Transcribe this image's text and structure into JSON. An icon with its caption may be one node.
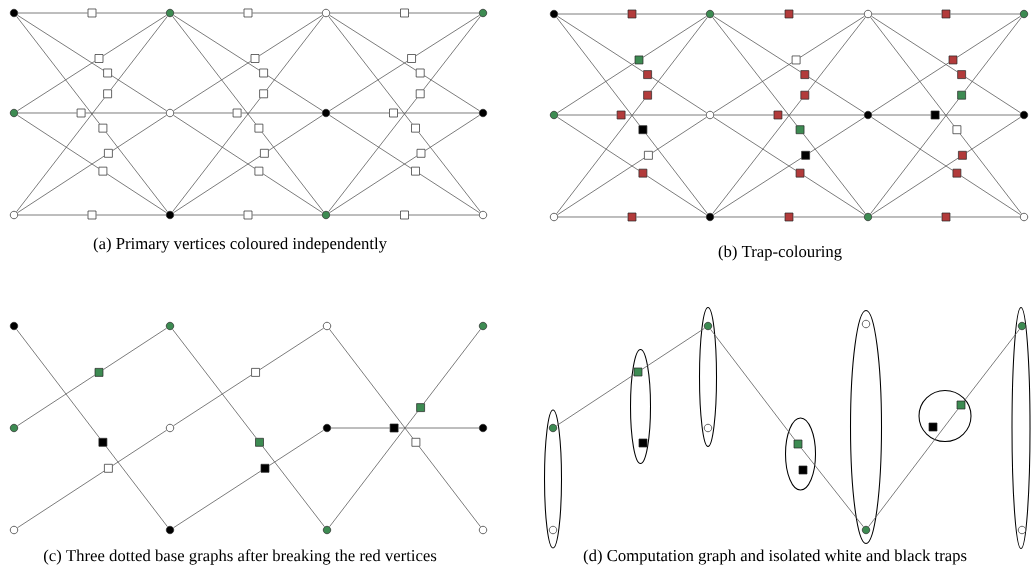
{
  "diagram": {
    "nodes": [
      {
        "text": [],
        "shape": "circle"
      },
      {
        "text": [],
        "shape": "circle"
      },
      {
        "text": [],
        "shape": "circle"
      },
      {
        "text": [],
        "shape": "circle"
      },
      {
        "text": [],
        "shape": "circle"
      },
      {
        "text": [],
        "shape": "circle"
      },
      {
        "text": [],
        "shape": "circle"
      },
      {
        "text": [],
        "shape": "circle"
      },
      {
        "text": [],
        "shape": "circle"
      },
      {
        "text": [],
        "shape": "circle"
      },
      {
        "text": [],
        "shape": "circle"
      },
      {
        "text": [],
        "shape": "circle"
      },
      {
        "text": [],
        "shape": "box"
      },
      {
        "text": [],
        "shape": "box"
      },
      {
        "text": [],
        "shape": "box"
      },
      {
        "text": [],
        "shape": "box"
      },
      {
        "text": [],
        "shape": "box"
      },
      {
        "text": [],
        "shape": "box"
      },
      {
        "text": [],
        "shape": "box"
      },
      {
        "text": [],
        "shape": "box"
      },
      {
        "text": [],
        "shape": "box"
      },
      {
        "text": [],
        "shape": "box"
      },
      {
        "text": [],
        "shape": "box"
      },
      {
        "text": [],
        "shape": "box"
      },
      {
        "text": [],
        "shape": "box"
      },
      {
        "text": [],
        "shape": "box"
      },
      {
        "text": [],
        "shape": "box"
      },
      {
        "text": [],
        "shape": "box"
      },
      {
        "text": [],
        "shape": "box"
      },
      {
        "text": [],
        "shape": "box"
      },
      {
        "text": [],
        "shape": "box"
      },
      {
        "text": [],
        "shape": "box"
      },
      {
        "text": [],
        "shape": "box"
      },
      {
        "text": [],
        "shape": "box"
      },
      {
        "text": [],
        "shape": "box"
      },
      {
        "text": [],
        "shape": "box"
      },
      {
        "text": [],
        "shape": "box"
      },
      {
        "text": [],
        "shape": "box"
      },
      {
        "text": [],
        "shape": "box"
      },
      {
        "text": [],
        "shape": "circle"
      },
      {
        "text": [],
        "shape": "circle"
      },
      {
        "text": [],
        "shape": "circle"
      },
      {
        "text": [],
        "shape": "circle"
      },
      {
        "text": [],
        "shape": "circle"
      },
      {
        "text": [],
        "shape": "circle"
      },
      {
        "text": [],
        "shape": "circle"
      },
      {
        "text": [],
        "shape": "circle"
      },
      {
        "text": [],
        "shape": "circle"
      },
      {
        "text": [],
        "shape": "circle"
      },
      {
        "text": [],
        "shape": "circle"
      },
      {
        "text": [],
        "shape": "circle"
      },
      {
        "text": [],
        "shape": "box"
      },
      {
        "text": [],
        "shape": "box"
      },
      {
        "text": [],
        "shape": "box"
      },
      {
        "text": [],
        "shape": "box"
      },
      {
        "text": [],
        "shape": "box"
      },
      {
        "text": [],
        "shape": "box"
      },
      {
        "text": [],
        "shape": "box"
      },
      {
        "text": [],
        "shape": "box"
      },
      {
        "text": [],
        "shape": "box"
      },
      {
        "text": [],
        "shape": "box"
      },
      {
        "text": [],
        "shape": "box"
      },
      {
        "text": [],
        "shape": "box"
      },
      {
        "text": [],
        "shape": "box"
      },
      {
        "text": [],
        "shape": "box"
      },
      {
        "text": [],
        "shape": "box"
      },
      {
        "text": [],
        "shape": "box"
      },
      {
        "text": [],
        "shape": "box"
      },
      {
        "text": [],
        "shape": "box"
      },
      {
        "text": [],
        "shape": "box"
      },
      {
        "text": [],
        "shape": "box"
      },
      {
        "text": [],
        "shape": "box"
      },
      {
        "text": [],
        "shape": "box"
      },
      {
        "text": [],
        "shape": "box"
      },
      {
        "text": [],
        "shape": "box"
      },
      {
        "text": [],
        "shape": "box"
      },
      {
        "text": [],
        "shape": "box"
      },
      {
        "text": [],
        "shape": "box"
      },
      {
        "text": [],
        "shape": "circle"
      },
      {
        "text": [],
        "shape": "circle"
      },
      {
        "text": [],
        "shape": "circle"
      },
      {
        "text": [],
        "shape": "circle"
      },
      {
        "text": [],
        "shape": "circle"
      },
      {
        "text": [],
        "shape": "circle"
      },
      {
        "text": [],
        "shape": "circle"
      },
      {
        "text": [],
        "shape": "circle"
      },
      {
        "text": [],
        "shape": "circle"
      },
      {
        "text": [],
        "shape": "circle"
      },
      {
        "text": [],
        "shape": "circle"
      },
      {
        "text": [],
        "shape": "circle"
      },
      {
        "text": [],
        "shape": "box"
      },
      {
        "text": [],
        "shape": "box"
      },
      {
        "text": [],
        "shape": "box"
      },
      {
        "text": [],
        "shape": "box"
      },
      {
        "text": [],
        "shape": "box"
      },
      {
        "text": [],
        "shape": "box"
      },
      {
        "text": [],
        "shape": "box"
      },
      {
        "text": [],
        "shape": "box"
      },
      {
        "text": [],
        "shape": "box"
      },
      {
        "text": [],
        "shape": "ellipse"
      },
      {
        "text": [],
        "shape": "circle",
        "in": 99
      },
      {
        "text": [],
        "shape": "circle",
        "in": 99
      },
      {
        "text": [],
        "shape": "ellipse"
      },
      {
        "text": [],
        "shape": "box",
        "in": 102
      },
      {
        "text": [],
        "shape": "box",
        "in": 102
      },
      {
        "text": [],
        "shape": "ellipse"
      },
      {
        "text": [],
        "shape": "circle",
        "in": 105
      },
      {
        "text": [],
        "shape": "circle",
        "in": 105
      },
      {
        "text": [],
        "shape": "ellipse"
      },
      {
        "text": [],
        "shape": "box",
        "in": 108
      },
      {
        "text": [],
        "shape": "box",
        "in": 108
      },
      {
        "text": [],
        "shape": "ellipse"
      },
      {
        "text": [],
        "shape": "circle",
        "in": 111
      },
      {
        "text": [],
        "shape": "circle",
        "in": 111
      },
      {
        "text": [],
        "shape": "ellipse"
      },
      {
        "text": [],
        "shape": "box",
        "in": 114
      },
      {
        "text": [],
        "shape": "box",
        "in": 114
      },
      {
        "text": [],
        "shape": "ellipse"
      },
      {
        "text": [],
        "shape": "circle",
        "in": 117
      },
      {
        "text": [],
        "shape": "circle",
        "in": 117
      }
    ],
    "edges": [
      {
        "from": 0,
        "to": 12,
        "arrow": "none"
      },
      {
        "from": 12,
        "to": 1,
        "arrow": "none"
      },
      {
        "from": 4,
        "to": 13,
        "arrow": "none"
      },
      {
        "from": 13,
        "to": 5,
        "arrow": "none"
      },
      {
        "from": 8,
        "to": 14,
        "arrow": "none"
      },
      {
        "from": 14,
        "to": 9,
        "arrow": "none"
      },
      {
        "from": 4,
        "to": 15,
        "arrow": "none"
      },
      {
        "from": 15,
        "to": 1,
        "arrow": "none"
      },
      {
        "from": 0,
        "to": 16,
        "arrow": "none"
      },
      {
        "from": 16,
        "to": 5,
        "arrow": "none"
      },
      {
        "from": 8,
        "to": 17,
        "arrow": "none"
      },
      {
        "from": 17,
        "to": 1,
        "arrow": "none"
      },
      {
        "from": 0,
        "to": 18,
        "arrow": "none"
      },
      {
        "from": 18,
        "to": 9,
        "arrow": "none"
      },
      {
        "from": 8,
        "to": 19,
        "arrow": "none"
      },
      {
        "from": 19,
        "to": 5,
        "arrow": "none"
      },
      {
        "from": 4,
        "to": 20,
        "arrow": "none"
      },
      {
        "from": 20,
        "to": 9,
        "arrow": "none"
      },
      {
        "from": 1,
        "to": 21,
        "arrow": "none"
      },
      {
        "from": 21,
        "to": 2,
        "arrow": "none"
      },
      {
        "from": 5,
        "to": 22,
        "arrow": "none"
      },
      {
        "from": 22,
        "to": 6,
        "arrow": "none"
      },
      {
        "from": 9,
        "to": 23,
        "arrow": "none"
      },
      {
        "from": 23,
        "to": 10,
        "arrow": "none"
      },
      {
        "from": 5,
        "to": 24,
        "arrow": "none"
      },
      {
        "from": 24,
        "to": 2,
        "arrow": "none"
      },
      {
        "from": 1,
        "to": 25,
        "arrow": "none"
      },
      {
        "from": 25,
        "to": 6,
        "arrow": "none"
      },
      {
        "from": 9,
        "to": 26,
        "arrow": "none"
      },
      {
        "from": 26,
        "to": 2,
        "arrow": "none"
      },
      {
        "from": 1,
        "to": 27,
        "arrow": "none"
      },
      {
        "from": 27,
        "to": 10,
        "arrow": "none"
      },
      {
        "from": 9,
        "to": 28,
        "arrow": "none"
      },
      {
        "from": 28,
        "to": 6,
        "arrow": "none"
      },
      {
        "from": 5,
        "to": 29,
        "arrow": "none"
      },
      {
        "from": 29,
        "to": 10,
        "arrow": "none"
      },
      {
        "from": 2,
        "to": 30,
        "arrow": "none"
      },
      {
        "from": 30,
        "to": 3,
        "arrow": "none"
      },
      {
        "from": 6,
        "to": 31,
        "arrow": "none"
      },
      {
        "from": 31,
        "to": 7,
        "arrow": "none"
      },
      {
        "from": 10,
        "to": 32,
        "arrow": "none"
      },
      {
        "from": 32,
        "to": 11,
        "arrow": "none"
      },
      {
        "from": 6,
        "to": 33,
        "arrow": "none"
      },
      {
        "from": 33,
        "to": 3,
        "arrow": "none"
      },
      {
        "from": 2,
        "to": 34,
        "arrow": "none"
      },
      {
        "from": 34,
        "to": 7,
        "arrow": "none"
      },
      {
        "from": 10,
        "to": 35,
        "arrow": "none"
      },
      {
        "from": 35,
        "to": 3,
        "arrow": "none"
      },
      {
        "from": 2,
        "to": 36,
        "arrow": "none"
      },
      {
        "from": 36,
        "to": 11,
        "arrow": "none"
      },
      {
        "from": 10,
        "to": 37,
        "arrow": "none"
      },
      {
        "from": 37,
        "to": 7,
        "arrow": "none"
      },
      {
        "from": 6,
        "to": 38,
        "arrow": "none"
      },
      {
        "from": 38,
        "to": 11,
        "arrow": "none"
      },
      {
        "from": 39,
        "to": 51,
        "arrow": "none"
      },
      {
        "from": 51,
        "to": 40,
        "arrow": "none"
      },
      {
        "from": 43,
        "to": 52,
        "arrow": "none"
      },
      {
        "from": 52,
        "to": 44,
        "arrow": "none"
      },
      {
        "from": 47,
        "to": 53,
        "arrow": "none"
      },
      {
        "from": 53,
        "to": 48,
        "arrow": "none"
      },
      {
        "from": 43,
        "to": 54,
        "arrow": "none"
      },
      {
        "from": 54,
        "to": 40,
        "arrow": "none"
      },
      {
        "from": 39,
        "to": 55,
        "arrow": "none"
      },
      {
        "from": 55,
        "to": 44,
        "arrow": "none"
      },
      {
        "from": 47,
        "to": 56,
        "arrow": "none"
      },
      {
        "from": 56,
        "to": 40,
        "arrow": "none"
      },
      {
        "from": 39,
        "to": 57,
        "arrow": "none"
      },
      {
        "from": 57,
        "to": 48,
        "arrow": "none"
      },
      {
        "from": 47,
        "to": 58,
        "arrow": "none"
      },
      {
        "from": 58,
        "to": 44,
        "arrow": "none"
      },
      {
        "from": 43,
        "to": 59,
        "arrow": "none"
      },
      {
        "from": 59,
        "to": 48,
        "arrow": "none"
      },
      {
        "from": 40,
        "to": 60,
        "arrow": "none"
      },
      {
        "from": 60,
        "to": 41,
        "arrow": "none"
      },
      {
        "from": 44,
        "to": 61,
        "arrow": "none"
      },
      {
        "from": 61,
        "to": 45,
        "arrow": "none"
      },
      {
        "from": 48,
        "to": 62,
        "arrow": "none"
      },
      {
        "from": 62,
        "to": 49,
        "arrow": "none"
      },
      {
        "from": 44,
        "to": 63,
        "arrow": "none"
      },
      {
        "from": 63,
        "to": 41,
        "arrow": "none"
      },
      {
        "from": 40,
        "to": 64,
        "arrow": "none"
      },
      {
        "from": 64,
        "to": 45,
        "arrow": "none"
      },
      {
        "from": 48,
        "to": 65,
        "arrow": "none"
      },
      {
        "from": 65,
        "to": 41,
        "arrow": "none"
      },
      {
        "from": 40,
        "to": 66,
        "arrow": "none"
      },
      {
        "from": 66,
        "to": 49,
        "arrow": "none"
      },
      {
        "from": 48,
        "to": 67,
        "arrow": "none"
      },
      {
        "from": 67,
        "to": 45,
        "arrow": "none"
      },
      {
        "from": 44,
        "to": 68,
        "arrow": "none"
      },
      {
        "from": 68,
        "to": 49,
        "arrow": "none"
      },
      {
        "from": 41,
        "to": 69,
        "arrow": "none"
      },
      {
        "from": 69,
        "to": 42,
        "arrow": "none"
      },
      {
        "from": 45,
        "to": 70,
        "arrow": "none"
      },
      {
        "from": 70,
        "to": 46,
        "arrow": "none"
      },
      {
        "from": 49,
        "to": 71,
        "arrow": "none"
      },
      {
        "from": 71,
        "to": 50,
        "arrow": "none"
      },
      {
        "from": 45,
        "to": 72,
        "arrow": "none"
      },
      {
        "from": 72,
        "to": 42,
        "arrow": "none"
      },
      {
        "from": 41,
        "to": 73,
        "arrow": "none"
      },
      {
        "from": 73,
        "to": 46,
        "arrow": "none"
      },
      {
        "from": 49,
        "to": 74,
        "arrow": "none"
      },
      {
        "from": 74,
        "to": 42,
        "arrow": "none"
      },
      {
        "from": 41,
        "to": 75,
        "arrow": "none"
      },
      {
        "from": 75,
        "to": 50,
        "arrow": "none"
      },
      {
        "from": 49,
        "to": 76,
        "arrow": "none"
      },
      {
        "from": 76,
        "to": 46,
        "arrow": "none"
      },
      {
        "from": 45,
        "to": 77,
        "arrow": "none"
      },
      {
        "from": 77,
        "to": 50,
        "arrow": "none"
      },
      {
        "from": 82,
        "to": 90,
        "arrow": "none"
      },
      {
        "from": 90,
        "to": 79,
        "arrow": "none"
      },
      {
        "from": 78,
        "to": 91,
        "arrow": "none"
      },
      {
        "from": 91,
        "to": 87,
        "arrow": "none"
      },
      {
        "from": 86,
        "to": 92,
        "arrow": "none"
      },
      {
        "from": 92,
        "to": 83,
        "arrow": "none"
      },
      {
        "from": 83,
        "to": 93,
        "arrow": "none"
      },
      {
        "from": 93,
        "to": 80,
        "arrow": "none"
      },
      {
        "from": 79,
        "to": 94,
        "arrow": "none"
      },
      {
        "from": 94,
        "to": 88,
        "arrow": "none"
      },
      {
        "from": 87,
        "to": 95,
        "arrow": "none"
      },
      {
        "from": 95,
        "to": 84,
        "arrow": "none"
      },
      {
        "from": 88,
        "to": 96,
        "arrow": "none"
      },
      {
        "from": 96,
        "to": 81,
        "arrow": "none"
      },
      {
        "from": 84,
        "to": 97,
        "arrow": "none"
      },
      {
        "from": 97,
        "to": 85,
        "arrow": "none"
      },
      {
        "from": 80,
        "to": 98,
        "arrow": "none"
      },
      {
        "from": 98,
        "to": 89,
        "arrow": "none"
      },
      {
        "from": 100,
        "to": 103,
        "arrow": "none"
      },
      {
        "from": 103,
        "to": 106,
        "arrow": "none"
      },
      {
        "from": 106,
        "to": 109,
        "arrow": "none"
      },
      {
        "from": 109,
        "to": 113,
        "arrow": "none"
      },
      {
        "from": 113,
        "to": 116,
        "arrow": "none"
      },
      {
        "from": 116,
        "to": 118,
        "arrow": "none"
      }
    ],
    "labels": [
      "(a) Primary vertices coloured independently",
      "(b) Trap-colouring",
      "(c) Three dotted base graphs after breaking the red vertices",
      "(d) Computation graph and isolated white and black traps"
    ]
  }
}
